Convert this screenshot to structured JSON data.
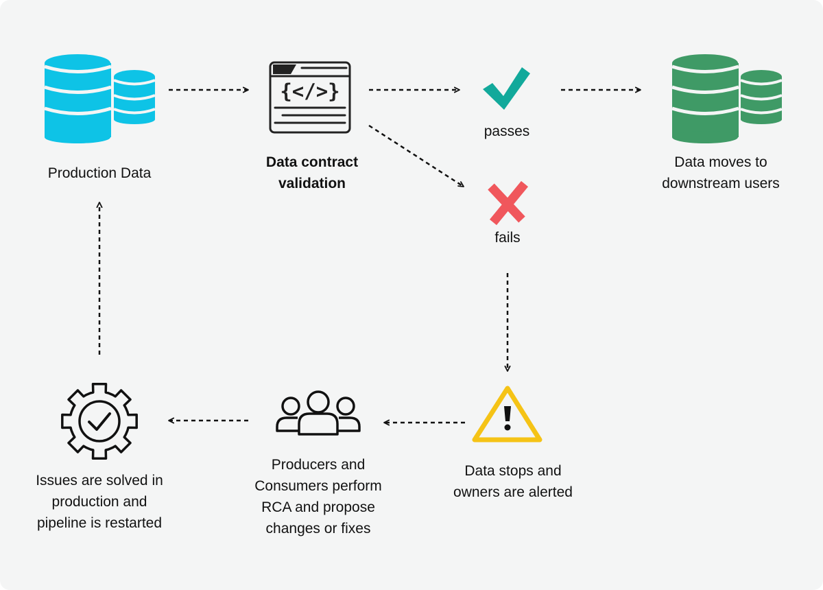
{
  "nodes": {
    "production": {
      "icon": "database-icon",
      "lines": [
        "Production Data"
      ]
    },
    "validation": {
      "icon": "code-window-icon",
      "lines": [
        "Data contract",
        "validation"
      ]
    },
    "passes": {
      "icon": "checkmark-icon",
      "lines": [
        "passes"
      ]
    },
    "downstream": {
      "icon": "database-icon",
      "lines": [
        "Data moves to",
        "downstream users"
      ]
    },
    "fails": {
      "icon": "x-mark-icon",
      "lines": [
        "fails"
      ]
    },
    "alert": {
      "icon": "warning-icon",
      "lines": [
        "Data stops and",
        "owners are alerted"
      ]
    },
    "rca": {
      "icon": "users-group-icon",
      "lines": [
        "Producers and",
        "Consumers perform",
        "RCA and propose",
        "changes or fixes"
      ]
    },
    "restart": {
      "icon": "gear-check-icon",
      "lines": [
        "Issues are solved in",
        "production and",
        "pipeline is restarted"
      ]
    }
  },
  "colors": {
    "background": "#f4f5f5",
    "production_db": "#0ec3e6",
    "downstream_db": "#3f9a66",
    "check": "#12a99b",
    "cross": "#f0575c",
    "warning": "#f5c316",
    "line": "#111111"
  }
}
